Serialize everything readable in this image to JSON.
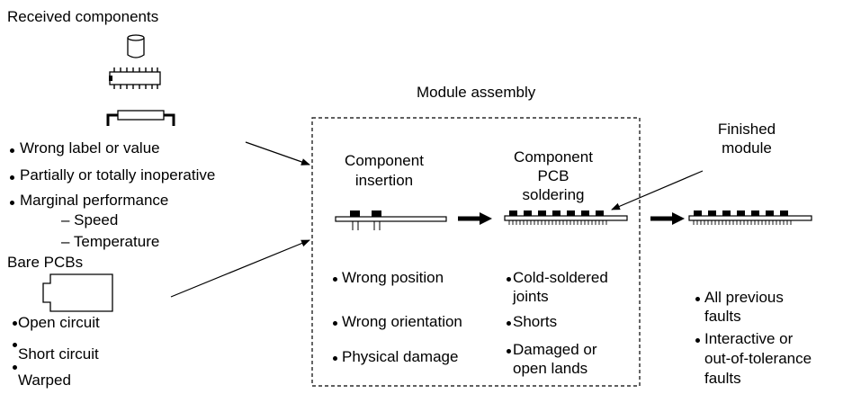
{
  "received": {
    "title": "Received components",
    "faults": [
      "Wrong label or value",
      "Partially or totally inoperative",
      "Marginal performance"
    ],
    "sub_faults": [
      "– Speed",
      "– Temperature"
    ]
  },
  "bare_pcbs": {
    "title": "Bare PCBs",
    "faults": [
      "Open circuit",
      "Short circuit",
      "Warped"
    ]
  },
  "module_assembly": {
    "title": "Module assembly",
    "insertion": {
      "label_line1": "Component",
      "label_line2": "insertion",
      "faults": [
        "Wrong position",
        "Wrong orientation",
        "Physical damage"
      ]
    },
    "soldering": {
      "label_line1": "Component",
      "label_line2": "PCB",
      "label_line3": "soldering",
      "fault1_line1": "Cold-soldered",
      "fault1_line2": "joints",
      "fault2": "Shorts",
      "fault3_line1": "Damaged or",
      "fault3_line2": "open lands"
    }
  },
  "finished": {
    "label_line1": "Finished",
    "label_line2": "module",
    "fault1_line1": "All previous",
    "fault1_line2": "faults",
    "fault2_line1": "Interactive or",
    "fault2_line2": "out-of-tolerance",
    "fault2_line3": "faults"
  }
}
